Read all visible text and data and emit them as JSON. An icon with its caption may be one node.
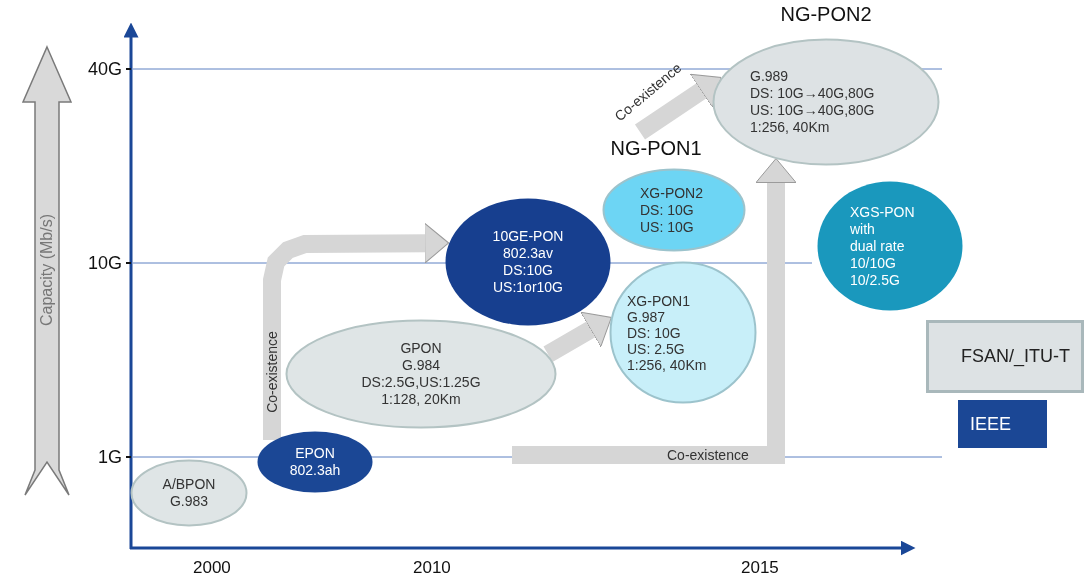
{
  "diagram": {
    "nodes": [
      {
        "text": [
          "A/BPON",
          "G.983"
        ]
      },
      {
        "text": [
          "EPON",
          "802.3ah"
        ]
      },
      {
        "text": [
          "GPON",
          "G.984",
          "DS:2.5G,US:1.25G",
          "1:128, 20Km"
        ]
      },
      {
        "text": [
          "10GE-PON",
          "802.3av",
          "DS:10G",
          "US:1or10G"
        ]
      },
      {
        "text": [
          "XG-PON1",
          "G.987",
          "DS: 10G",
          "US: 2.5G",
          "1:256, 40Km"
        ]
      },
      {
        "text": [
          "XG-PON2",
          "DS: 10G",
          "US: 10G"
        ]
      },
      {
        "text": [
          "NG-PON2",
          "G.989",
          "DS: 10G→40G,80G",
          "US: 10G→40G,80G",
          "1:256, 40Km"
        ]
      },
      {
        "text": [
          "XGS-PON",
          "with",
          "dual rate",
          "10/10G",
          "10/2.5G"
        ]
      }
    ],
    "edges": [
      {
        "from": 1,
        "to": 3,
        "arrow": "to",
        "label": "Co-existence"
      },
      {
        "from": 2,
        "to": 4,
        "arrow": "to"
      },
      {
        "from": null,
        "to": 6,
        "arrow": "to",
        "label": "Co-existence"
      },
      {
        "from": null,
        "to": 6,
        "arrow": "to",
        "label": "Co-existence"
      }
    ],
    "labels": [
      "Capacity (Mb/s)",
      "40G",
      "NG-PON1",
      "10G",
      "1G",
      "2000",
      "2010",
      "2015"
    ],
    "legend": [
      {
        "text": "FSAN/_ITU-T",
        "color": "#dde2e4"
      },
      {
        "text": "IEEE",
        "color": "#1b4795"
      }
    ]
  }
}
